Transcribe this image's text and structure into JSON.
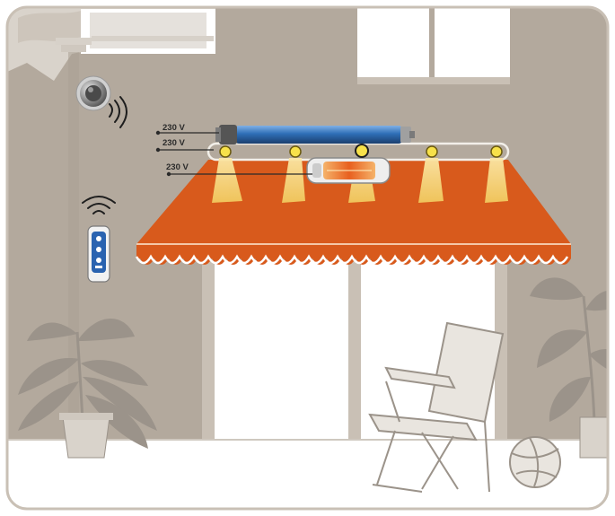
{
  "labels": {
    "voltage_motor": "230 V",
    "voltage_lights": "230 V",
    "voltage_heater": "230 V"
  },
  "icons": {
    "sensor": "wireless-sun-wind-sensor-icon",
    "remote": "remote-control-icon",
    "motor": "tubular-motor-icon",
    "heater": "patio-heater-icon",
    "light": "led-spotlight-icon",
    "signal": "wireless-signal-icon"
  },
  "colors": {
    "wall": "#b3a99d",
    "awning": "#d85a1c",
    "motor_tube": "#2f6fb7",
    "light_beam": "#f3d17a",
    "heater_glow": "#f08a2a",
    "frame": "#c9c0b5"
  }
}
